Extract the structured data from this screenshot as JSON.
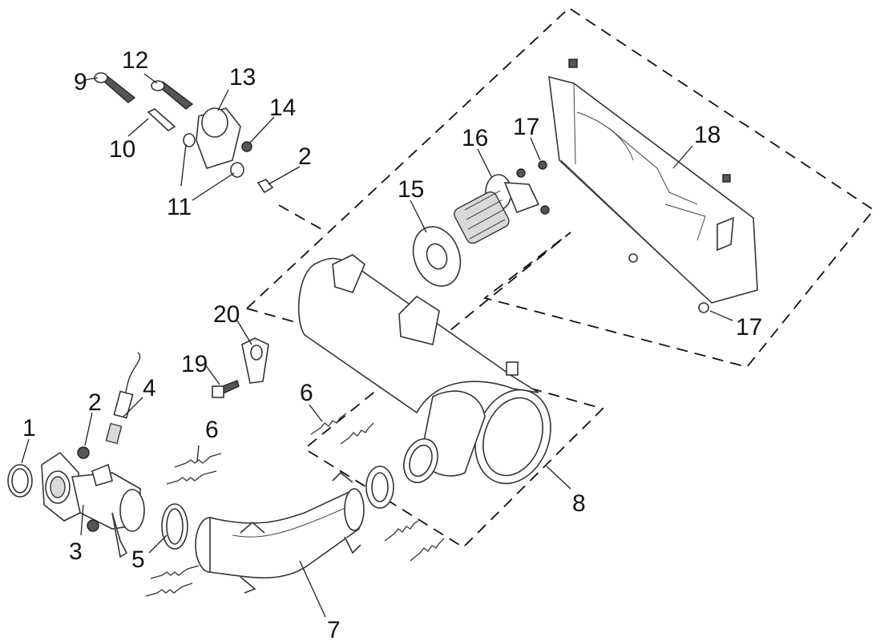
{
  "callouts": {
    "c1": "1",
    "c2a": "2",
    "c2b": "2",
    "c3": "3",
    "c4": "4",
    "c5": "5",
    "c6a": "6",
    "c6b": "6",
    "c7": "7",
    "c8": "8",
    "c9": "9",
    "c10": "10",
    "c11": "11",
    "c12": "12",
    "c13": "13",
    "c14": "14",
    "c15": "15",
    "c16": "16",
    "c17a": "17",
    "c17b": "17",
    "c18": "18",
    "c19": "19",
    "c20": "20"
  },
  "colors": {
    "line": "#222222",
    "fill": "#ffffff",
    "shade": "#d9d9d9"
  }
}
